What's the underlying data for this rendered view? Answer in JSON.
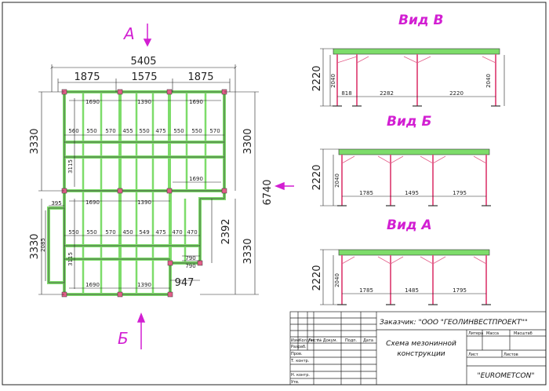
{
  "view_labels": {
    "b": "Вид В",
    "v": "Вид Б",
    "a": "Вид А"
  },
  "arrows": {
    "top": "А",
    "bottom": "Б"
  },
  "plan_dims": {
    "overall_width": "5405",
    "bay_widths": [
      "1875",
      "1575",
      "1875"
    ],
    "top_sub": [
      "1690",
      "1390",
      "1690"
    ],
    "row_spacings_top": [
      "560",
      "550",
      "570",
      "455",
      "550",
      "475",
      "550",
      "550",
      "570"
    ],
    "right_sub_1690": "1690",
    "mid_sub": [
      "1690",
      "1390"
    ],
    "row_spacings_bottom": [
      "550",
      "550",
      "570",
      "450",
      "549",
      "475",
      "470",
      "470"
    ],
    "bottom_sub": [
      "1690",
      "1390"
    ],
    "left_height": "3330",
    "left_height_2": "3330",
    "left_inner_1": "3115",
    "left_inner_2": "3115",
    "right_3300": "3300",
    "right_6740": "6740",
    "right_3330": "3330",
    "right_2392": "2392",
    "notch_947": "947",
    "notch_790_a": "790",
    "notch_790_b": "790",
    "small_395": "395",
    "small_2085": "2085"
  },
  "view_b_dims": {
    "height": "2220",
    "inner_left": "2040",
    "inner_right": "2040",
    "spans": [
      "818",
      "2282",
      "2220"
    ]
  },
  "view_v_dims": {
    "height": "2220",
    "inner": "2040",
    "spans": [
      "1785",
      "1495",
      "1795"
    ]
  },
  "view_a_dims": {
    "height": "2220",
    "inner": "2040",
    "spans": [
      "1785",
      "1485",
      "1795"
    ]
  },
  "title_block": {
    "customer": "Заказчик: \"ООО \"ГЕОЛИНВЕСТПРОЕКТ\"\"",
    "title_line1": "Схема мезонинной",
    "title_line2": "конструкции",
    "firm": "\"EUROMETCON\"",
    "col_headers": [
      "Изм",
      "Кол.уч",
      "Лист",
      "№ Докум.",
      "Подп.",
      "Дата"
    ],
    "row_labels": [
      "Разраб.",
      "Пров.",
      "Т. контр.",
      "",
      "Н. контр.",
      "Утв."
    ],
    "stage_headers": [
      "Литера",
      "Масса",
      "Масштаб"
    ],
    "sheet_labels": [
      "Лист",
      "Листов"
    ]
  },
  "colors": {
    "green": "#7ddc6a",
    "pink": "#e35f8a",
    "magenta": "#d21fd2",
    "line": "#222222"
  }
}
